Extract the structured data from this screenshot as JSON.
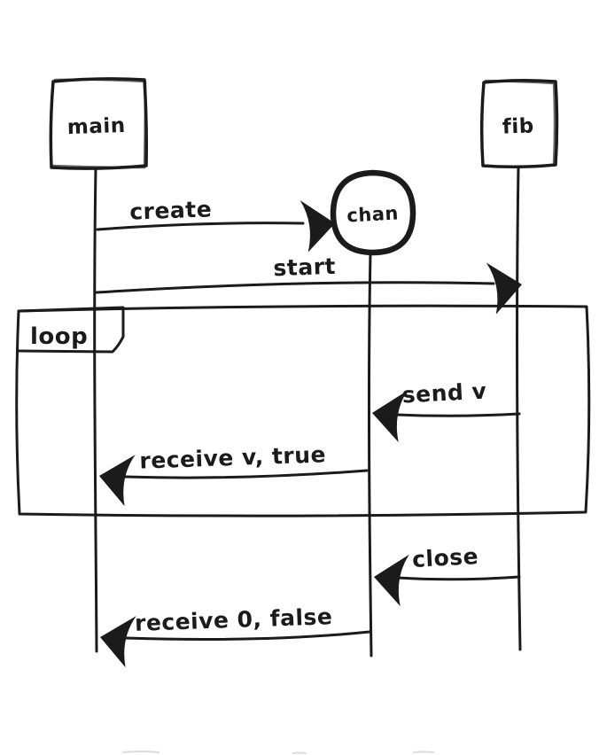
{
  "canvas": {
    "background": "#ffffff",
    "ink": "#1b1b1b",
    "style": "hand-drawn sequence diagram"
  },
  "participants": [
    {
      "id": "main",
      "label": "main",
      "shape": "rect"
    },
    {
      "id": "chan",
      "label": "chan",
      "shape": "circle"
    },
    {
      "id": "fib",
      "label": "fib",
      "shape": "rect"
    }
  ],
  "fragment": {
    "label": "loop"
  },
  "messages": [
    {
      "label": "create",
      "from": "main",
      "to": "chan",
      "direction": "right"
    },
    {
      "label": "start",
      "from": "main",
      "to": "fib",
      "direction": "right"
    },
    {
      "label": "send v",
      "from": "fib",
      "to": "chan",
      "direction": "left",
      "in_loop": true
    },
    {
      "label": "receive v, true",
      "from": "chan",
      "to": "main",
      "direction": "left",
      "in_loop": true
    },
    {
      "label": "close",
      "from": "fib",
      "to": "chan",
      "direction": "left",
      "in_loop": false
    },
    {
      "label": "receive 0, false",
      "from": "chan",
      "to": "main",
      "direction": "left",
      "in_loop": false
    }
  ]
}
